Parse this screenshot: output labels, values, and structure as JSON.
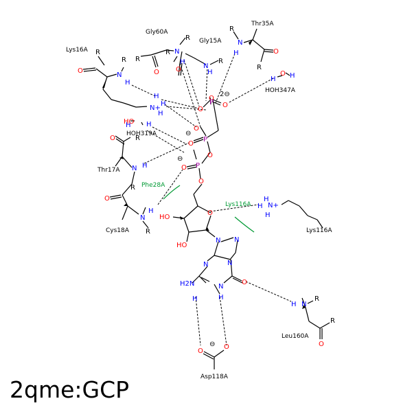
{
  "title": "2qme:GCP",
  "colors": {
    "bond": "#000000",
    "oxygen": "#ff0000",
    "nitrogen": "#0000ff",
    "phosphorus": "#a000a0",
    "hydrophobic": "#009933"
  },
  "residues": {
    "gly60a": "Gly60A",
    "gly15a": "Gly15A",
    "thr35a": "Thr35A",
    "lys16a": "Lys16A",
    "hoh347a": "HOH347A",
    "hoh319a": "HOH319A",
    "thr17a": "Thr17A",
    "phe28a": "Phe28A",
    "cys18a": "Cys18A",
    "lys116a_contact": "Lys116A",
    "lys116a": "Lys116A",
    "leu160a": "Leu160A",
    "asp118a": "Asp118A"
  },
  "atoms": {
    "R": "R",
    "N": "N",
    "H": "H",
    "O": "O",
    "P": "P",
    "NH_plus": "N+",
    "HO": "HO",
    "H2N": "H2N",
    "charge_minus": "⊖",
    "charge_2minus": "2⊖"
  }
}
